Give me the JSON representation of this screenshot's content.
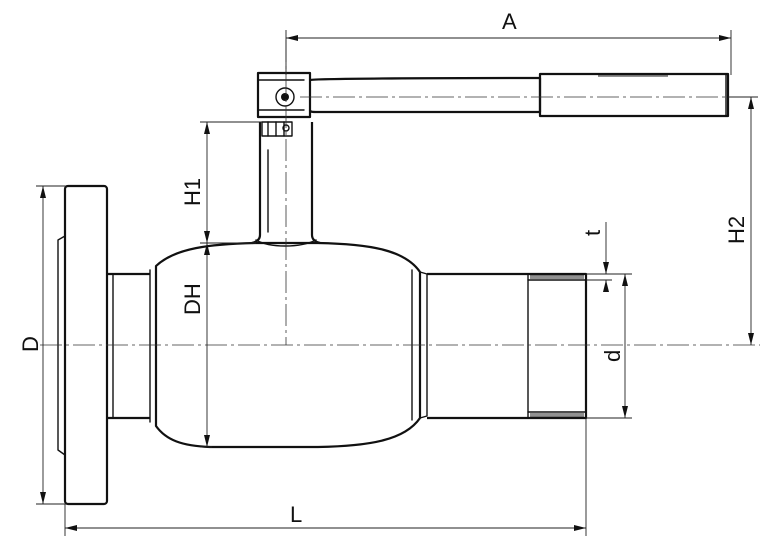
{
  "labels": {
    "A": "A",
    "H1": "H1",
    "H2": "H2",
    "DH": "DH",
    "D": "D",
    "t": "t",
    "d": "d",
    "L": "L"
  },
  "colors": {
    "line": "#111111",
    "background": "#ffffff"
  }
}
